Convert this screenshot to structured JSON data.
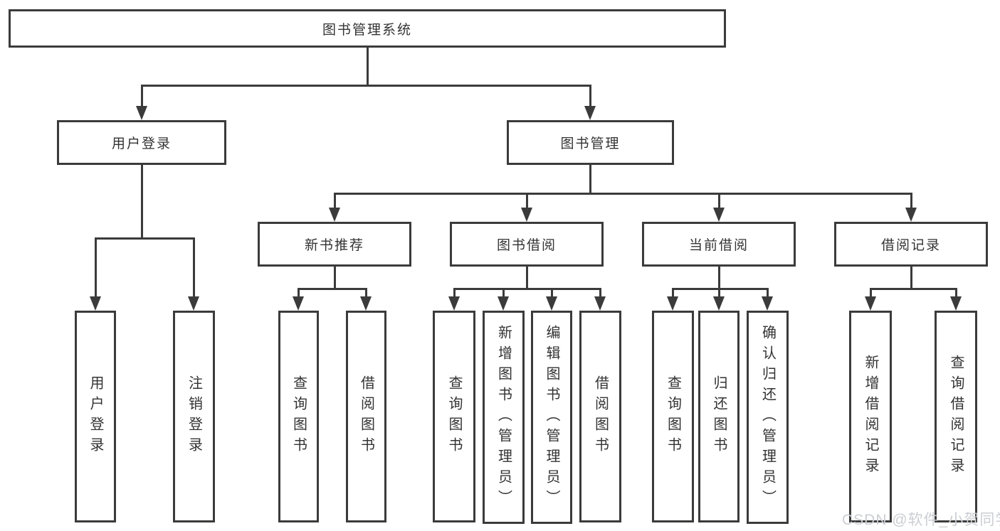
{
  "tree": {
    "root": "图书管理系统",
    "login": {
      "label": "用户登录",
      "children": [
        "用户登录",
        "注销登录"
      ]
    },
    "management": {
      "label": "图书管理",
      "groups": [
        {
          "label": "新书推荐",
          "children": [
            "查询图书",
            "借阅图书"
          ]
        },
        {
          "label": "图书借阅",
          "children": [
            "查询图书",
            "新增图书（管理员）",
            "编辑图书（管理员）",
            "借阅图书"
          ]
        },
        {
          "label": "当前借阅",
          "children": [
            "查询图书",
            "归还图书",
            "确认归还（管理员）"
          ]
        },
        {
          "label": "借阅记录",
          "children": [
            "新增借阅记录",
            "查询借阅记录"
          ]
        }
      ]
    }
  },
  "watermark": {
    "text": "CSDN @软件_小贺同学"
  },
  "colors": {
    "line": "#3b3b3b",
    "text": "#333333",
    "background": "#ffffff",
    "watermark": "#cbced3"
  }
}
